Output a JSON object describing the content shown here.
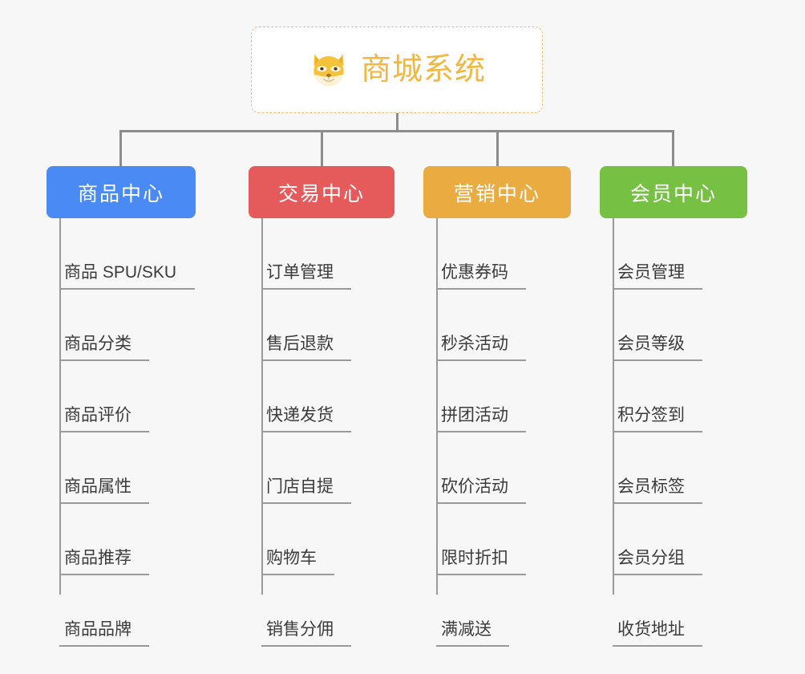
{
  "background_color": "#f7f7f7",
  "root": {
    "title": "商城系统",
    "icon": "shiba-dog-face-emoji",
    "border_color": "#f0c070",
    "text_color": "#f2b740"
  },
  "connector_color": "#8c8c8c",
  "trunk_color": "#9a9a9a",
  "columns": [
    {
      "header": "商品中心",
      "color": "#4a8af4",
      "items": [
        "商品 SPU/SKU",
        "商品分类",
        "商品评价",
        "商品属性",
        "商品推荐",
        "商品品牌"
      ]
    },
    {
      "header": "交易中心",
      "color": "#e55b5b",
      "items": [
        "订单管理",
        "售后退款",
        "快递发货",
        "门店自提",
        "购物车",
        "销售分佣"
      ]
    },
    {
      "header": "营销中心",
      "color": "#eaab40",
      "items": [
        "优惠券码",
        "秒杀活动",
        "拼团活动",
        "砍价活动",
        "限时折扣",
        "满减送"
      ]
    },
    {
      "header": "会员中心",
      "color": "#76c043",
      "items": [
        "会员管理",
        "会员等级",
        "积分签到",
        "会员标签",
        "会员分组",
        "收货地址"
      ]
    }
  ]
}
